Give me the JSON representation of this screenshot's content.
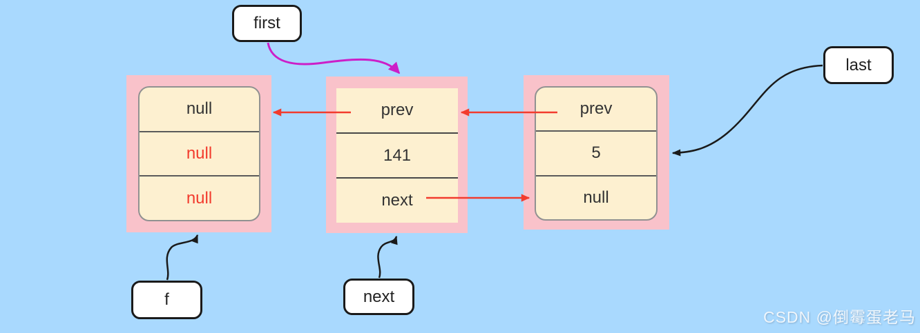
{
  "colors": {
    "background": "#a9d9fe",
    "node_outer": "#f9c2ca",
    "node_inner": "#fdf0d0",
    "cell_border": "#919191",
    "divider": "#5a5a5a",
    "divider_dark": "#474747",
    "text_dark": "#333333",
    "text_red": "#f23b2d",
    "arrow_red": "#f23b2d",
    "arrow_black": "#1a1a1a",
    "arrow_magenta": "#cc1fc8",
    "label_bg": "#ffffff",
    "label_border": "#1a1a1a"
  },
  "labels": {
    "first": "first",
    "last": "last",
    "f": "f",
    "next_pointer": "next"
  },
  "nodes": [
    {
      "name": "head-node",
      "cells": [
        {
          "text": "null",
          "color": "dark"
        },
        {
          "text": "null",
          "color": "red"
        },
        {
          "text": "null",
          "color": "red"
        }
      ]
    },
    {
      "name": "node-141",
      "cells": [
        {
          "text": "prev",
          "color": "dark"
        },
        {
          "text": "141",
          "color": "dark"
        },
        {
          "text": "next",
          "color": "dark"
        }
      ]
    },
    {
      "name": "node-5",
      "cells": [
        {
          "text": "prev",
          "color": "dark"
        },
        {
          "text": "5",
          "color": "dark"
        },
        {
          "text": "null",
          "color": "dark"
        }
      ]
    }
  ],
  "watermark": "CSDN @倒霉蛋老马"
}
